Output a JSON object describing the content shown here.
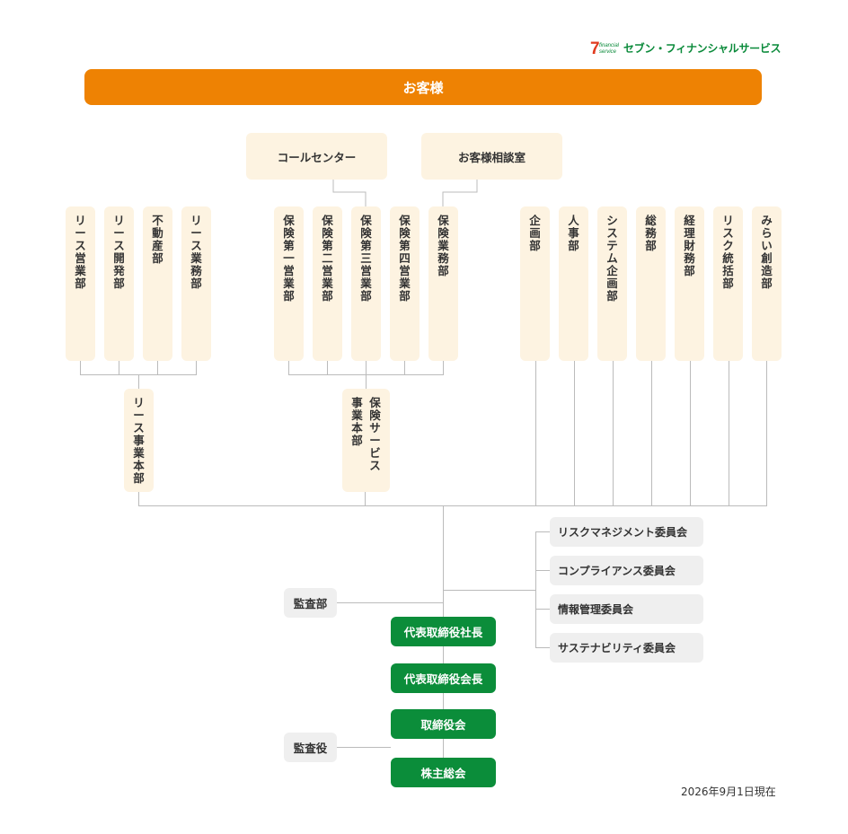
{
  "logo": {
    "mark": "7",
    "mark_sub": "financial service",
    "name": "セブン・フィナンシャルサービス"
  },
  "customer": "お客様",
  "service_centers": [
    "コールセンター",
    "お客様相談室"
  ],
  "lease_departments": [
    "リース営業部",
    "リース開発部",
    "不動産部",
    "リース業務部"
  ],
  "lease_headquarters": "リース事業本部",
  "insurance_departments": [
    "保険第一営業部",
    "保険第二営業部",
    "保険第三営業部",
    "保険第四営業部",
    "保険業務部"
  ],
  "insurance_headquarters": [
    "保険サービス",
    "事業本部"
  ],
  "corporate_departments": [
    "企画部",
    "人事部",
    "システム企画部",
    "総務部",
    "経理財務部",
    "リスク統括部",
    "みらい創造部"
  ],
  "committees": [
    "リスクマネジメント委員会",
    "コンプライアンス委員会",
    "情報管理委員会",
    "サステナビリティ委員会"
  ],
  "audit_department": "監査部",
  "auditor": "監査役",
  "governance": [
    "代表取締役社長",
    "代表取締役会長",
    "取締役会",
    "株主総会"
  ],
  "date_note": "2026年9月1日現在",
  "colors": {
    "customer_bar": "#ee8203",
    "department_box": "#fdf3e1",
    "governance_box": "#0b8d3a",
    "committee_box": "#efefef",
    "connector_line": "#bbbbbb",
    "logo_green": "#0a8a3a",
    "logo_red": "#e03a1e"
  }
}
